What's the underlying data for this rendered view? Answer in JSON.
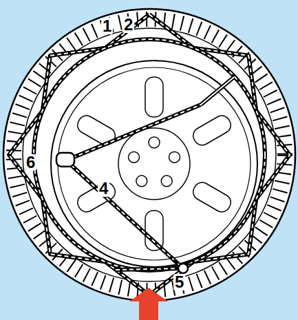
{
  "diagram": {
    "labels": [
      "1",
      "2",
      "4",
      "5",
      "6"
    ]
  }
}
